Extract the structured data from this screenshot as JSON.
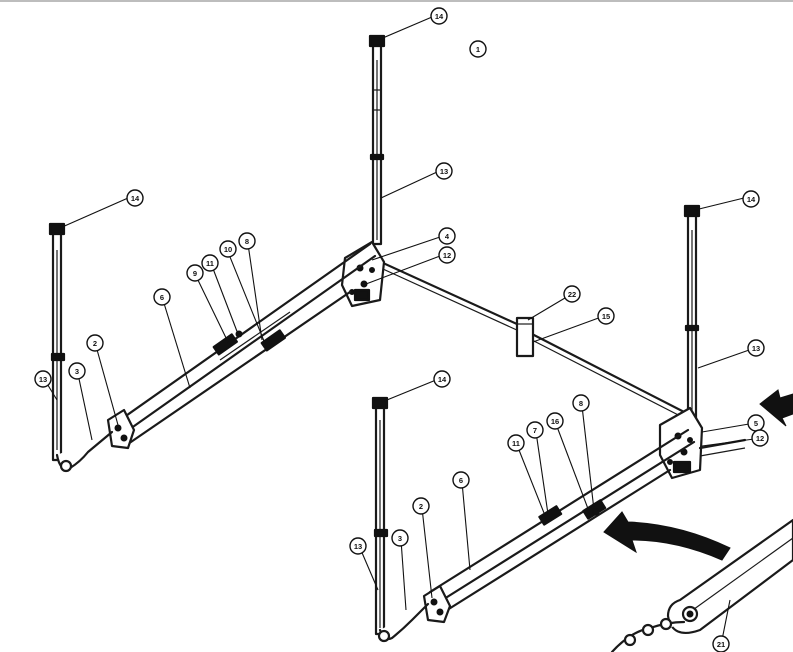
{
  "diagram": {
    "callouts": [
      {
        "id": "c1",
        "label": "1"
      },
      {
        "id": "c14a",
        "label": "14"
      },
      {
        "id": "c13a",
        "label": "13"
      },
      {
        "id": "c14b",
        "label": "14"
      },
      {
        "id": "c14c",
        "label": "14"
      },
      {
        "id": "c4",
        "label": "4"
      },
      {
        "id": "c12a",
        "label": "12"
      },
      {
        "id": "c8a",
        "label": "8"
      },
      {
        "id": "c10a",
        "label": "10"
      },
      {
        "id": "c11a",
        "label": "11"
      },
      {
        "id": "c9a",
        "label": "9"
      },
      {
        "id": "c6a",
        "label": "6"
      },
      {
        "id": "c2a",
        "label": "2"
      },
      {
        "id": "c3a",
        "label": "3"
      },
      {
        "id": "c13b",
        "label": "13"
      },
      {
        "id": "c22",
        "label": "22"
      },
      {
        "id": "c15",
        "label": "15"
      },
      {
        "id": "c13c",
        "label": "13"
      },
      {
        "id": "c5",
        "label": "5"
      },
      {
        "id": "c12b",
        "label": "12"
      },
      {
        "id": "c14d",
        "label": "14"
      },
      {
        "id": "c8b",
        "label": "8"
      },
      {
        "id": "c16",
        "label": "16"
      },
      {
        "id": "c7",
        "label": "7"
      },
      {
        "id": "c11b",
        "label": "11"
      },
      {
        "id": "c6b",
        "label": "6"
      },
      {
        "id": "c2b",
        "label": "2"
      },
      {
        "id": "c3b",
        "label": "3"
      },
      {
        "id": "c13d",
        "label": "13"
      },
      {
        "id": "c21",
        "label": "21"
      }
    ]
  }
}
